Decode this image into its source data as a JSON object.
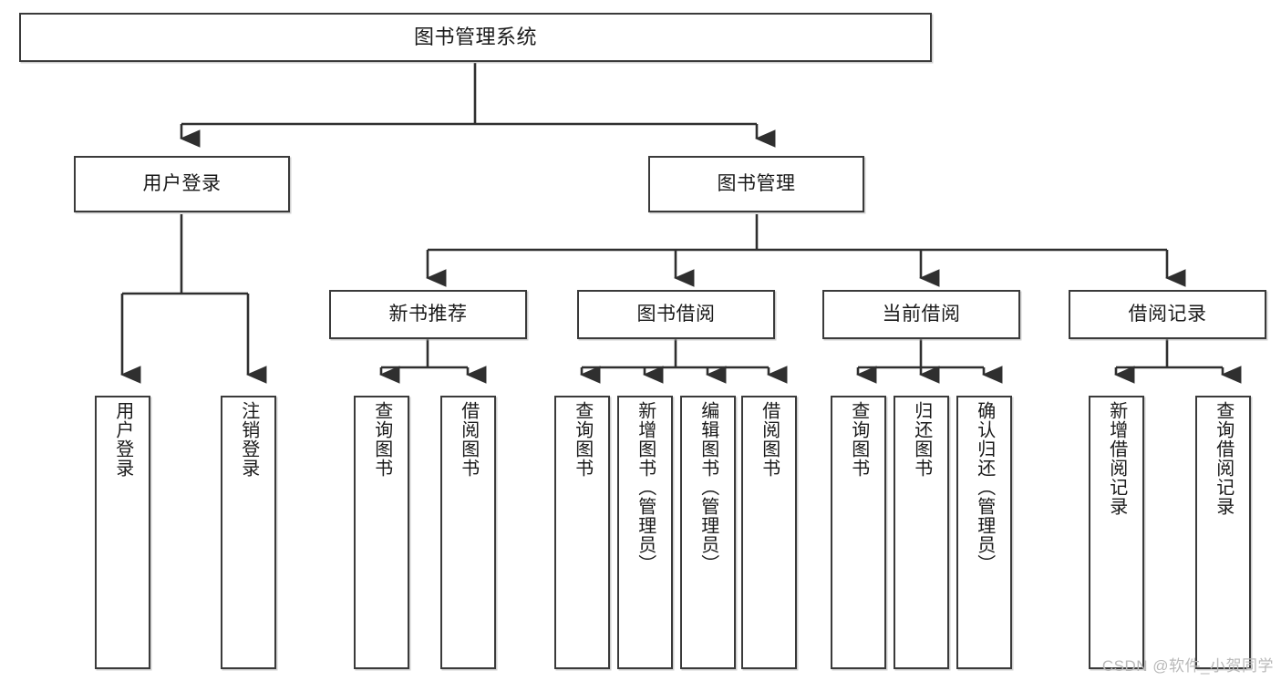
{
  "diagram": {
    "title": "图书管理系统",
    "type": "tree",
    "orientation": "top-down",
    "colors": {
      "box_border": "#3a3a3a",
      "box_fill": "#ffffff",
      "edge": "#2f2f2f",
      "text": "#1a1a1a",
      "watermark": "#b9b9b9"
    },
    "levels": {
      "root": {
        "label": "图书管理系统"
      },
      "level2": [
        {
          "id": "user-login",
          "label": "用户登录"
        },
        {
          "id": "book-manage",
          "label": "图书管理"
        }
      ],
      "level3": [
        {
          "id": "new-book-recommend",
          "label": "新书推荐",
          "parent": "book-manage"
        },
        {
          "id": "book-borrow",
          "label": "图书借阅",
          "parent": "book-manage"
        },
        {
          "id": "current-borrow",
          "label": "当前借阅",
          "parent": "book-manage"
        },
        {
          "id": "borrow-record",
          "label": "借阅记录",
          "parent": "book-manage"
        }
      ],
      "leaves": [
        {
          "id": "leaf-user-login",
          "label": "用户登录",
          "parent": "user-login"
        },
        {
          "id": "leaf-user-logout",
          "label": "注销登录",
          "parent": "user-login"
        },
        {
          "id": "leaf-query-book-1",
          "label": "查询图书",
          "parent": "new-book-recommend"
        },
        {
          "id": "leaf-borrow-book-1",
          "label": "借阅图书",
          "parent": "new-book-recommend"
        },
        {
          "id": "leaf-query-book-2",
          "label": "查询图书",
          "parent": "book-borrow"
        },
        {
          "id": "leaf-add-book",
          "label": "新增图书（管理员）",
          "parent": "book-borrow"
        },
        {
          "id": "leaf-edit-book",
          "label": "编辑图书（管理员）",
          "parent": "book-borrow"
        },
        {
          "id": "leaf-borrow-book-2",
          "label": "借阅图书",
          "parent": "book-borrow"
        },
        {
          "id": "leaf-query-book-3",
          "label": "查询图书",
          "parent": "current-borrow"
        },
        {
          "id": "leaf-return-book",
          "label": "归还图书",
          "parent": "current-borrow"
        },
        {
          "id": "leaf-confirm-return",
          "label": "确认归还（管理员）",
          "parent": "current-borrow"
        },
        {
          "id": "leaf-add-record",
          "label": "新增借阅记录",
          "parent": "borrow-record"
        },
        {
          "id": "leaf-query-record",
          "label": "查询借阅记录",
          "parent": "borrow-record"
        }
      ]
    }
  },
  "watermark": {
    "text": "CSDN @软件_小贺同学"
  }
}
